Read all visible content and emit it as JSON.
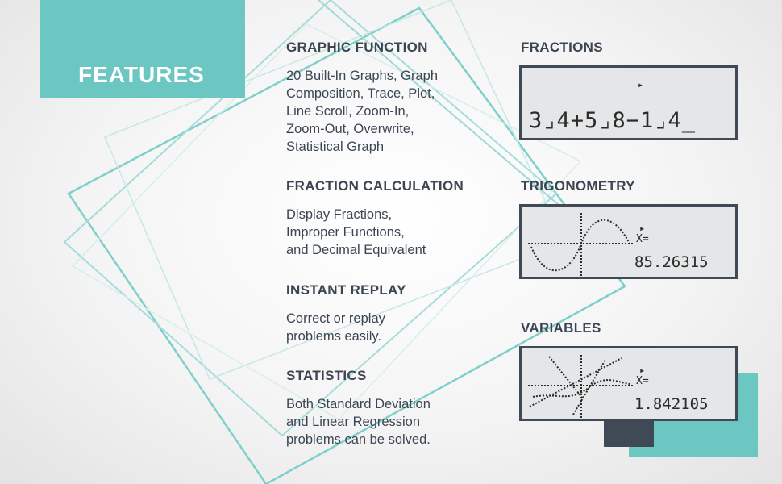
{
  "badge": {
    "label": "FEATURES"
  },
  "features": [
    {
      "title": "GRAPHIC FUNCTION",
      "text": "20 Built-In Graphs, Graph\nComposition, Trace, Plot,\nLine Scroll, Zoom-In,\nZoom-Out, Overwrite,\nStatistical Graph"
    },
    {
      "title": "FRACTION CALCULATION",
      "text": "Display Fractions,\nImproper Functions,\nand Decimal Equivalent"
    },
    {
      "title": "INSTANT REPLAY",
      "text": "Correct or replay\nproblems easily."
    },
    {
      "title": "STATISTICS",
      "text": "Both Standard Deviation\nand Linear Regression\nproblems can be solved."
    }
  ],
  "displays": [
    {
      "title": "FRACTIONS",
      "expression": "3⌟4+5⌟8−1⌟4_",
      "indicator": "▸"
    },
    {
      "title": "TRIGONOMETRY",
      "label": "X=",
      "value": "85.26315",
      "indicator": "▸"
    },
    {
      "title": "VARIABLES",
      "label": "X=",
      "value": "1.842105",
      "indicator": "▸"
    }
  ],
  "colors": {
    "accent": "#6cc6c1",
    "dark": "#3f4a56",
    "text": "#3c4652",
    "lcd": "#e4e6e7"
  }
}
